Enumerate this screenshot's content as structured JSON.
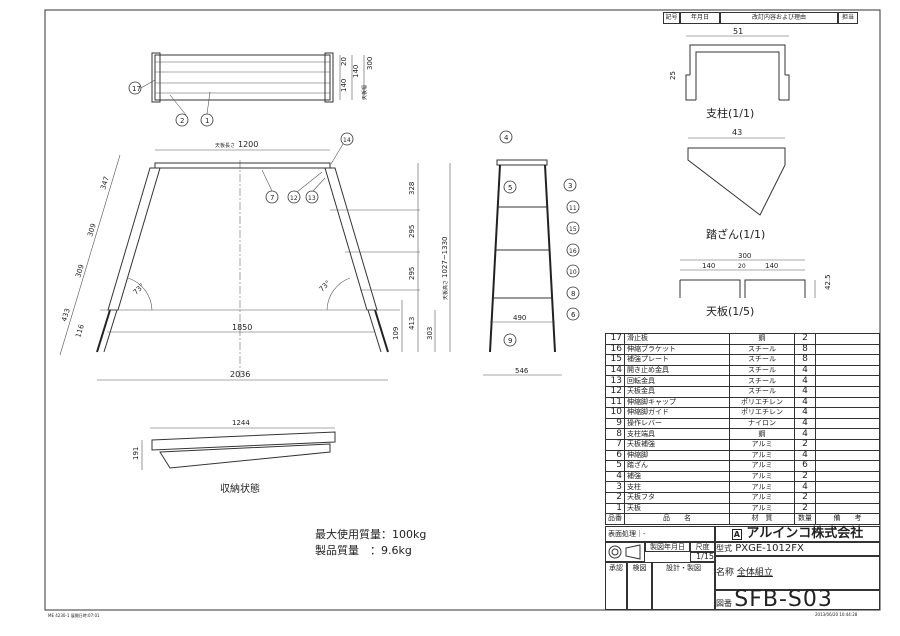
{
  "revision_header": {
    "mark": "記号",
    "date": "年月日",
    "content": "改訂内容および理由",
    "person": "担当"
  },
  "top_view": {
    "balloons": [
      "17",
      "2",
      "1"
    ],
    "dims": [
      "20",
      "140",
      "140",
      "300"
    ],
    "dim_label": "天板幅"
  },
  "front_view": {
    "top_length_label": "天板長さ",
    "top_length": "1200",
    "balloons": [
      "14",
      "7",
      "12",
      "13"
    ],
    "left_dims": [
      "347",
      "309",
      "309",
      "116",
      "433"
    ],
    "right_dims": [
      "328",
      "295",
      "295",
      "413",
      "109",
      "303"
    ],
    "height_label": "天板高さ",
    "height": "1027~1330",
    "angle": "73°",
    "inner_width": "1850",
    "outer_width": "2036"
  },
  "side_view": {
    "balloons": [
      "4",
      "5",
      "3",
      "11",
      "15",
      "16",
      "10",
      "8",
      "6",
      "9"
    ],
    "inner_width": "490",
    "outer_width": "546"
  },
  "storage_view": {
    "length": "1244",
    "height": "191",
    "label": "収納状態"
  },
  "specs": {
    "max_load": "最大使用質量：100kg",
    "weight": "製品質量　：9.6kg"
  },
  "sections": [
    {
      "label": "支柱(1/1)",
      "dims": [
        "51",
        "25"
      ]
    },
    {
      "label": "踏ざん(1/1)",
      "dims": [
        "43"
      ]
    },
    {
      "label": "天板(1/5)",
      "dims": [
        "300",
        "140",
        "20",
        "140",
        "42.5"
      ]
    }
  ],
  "parts_table": {
    "rows": [
      {
        "no": "17",
        "name": "滑止板",
        "material": "鋼",
        "qty": "2"
      },
      {
        "no": "16",
        "name": "伸縮ブラケット",
        "material": "スチール",
        "qty": "8"
      },
      {
        "no": "15",
        "name": "補強プレート",
        "material": "スチール",
        "qty": "8"
      },
      {
        "no": "14",
        "name": "開き止め金具",
        "material": "スチール",
        "qty": "4"
      },
      {
        "no": "13",
        "name": "回転金具",
        "material": "スチール",
        "qty": "4"
      },
      {
        "no": "12",
        "name": "天板金具",
        "material": "スチール",
        "qty": "4"
      },
      {
        "no": "11",
        "name": "伸縮脚キャップ",
        "material": "ポリエチレン",
        "qty": "4"
      },
      {
        "no": "10",
        "name": "伸縮脚ガイド",
        "material": "ポリエチレン",
        "qty": "4"
      },
      {
        "no": "9",
        "name": "操作レバー",
        "material": "ナイロン",
        "qty": "4"
      },
      {
        "no": "8",
        "name": "支柱端具",
        "material": "鋼",
        "qty": "4"
      },
      {
        "no": "7",
        "name": "天板補強",
        "material": "アルミ",
        "qty": "2"
      },
      {
        "no": "6",
        "name": "伸縮脚",
        "material": "アルミ",
        "qty": "4"
      },
      {
        "no": "5",
        "name": "踏ざん",
        "material": "アルミ",
        "qty": "6"
      },
      {
        "no": "4",
        "name": "補強",
        "material": "アルミ",
        "qty": "2"
      },
      {
        "no": "3",
        "name": "支柱",
        "material": "アルミ",
        "qty": "4"
      },
      {
        "no": "2",
        "name": "天板フタ",
        "material": "アルミ",
        "qty": "2"
      },
      {
        "no": "1",
        "name": "天板",
        "material": "アルミ",
        "qty": "2"
      }
    ],
    "headers": {
      "no": "品番",
      "name": "品　　名",
      "material": "材　質",
      "qty": "数量",
      "remarks": "備　　考"
    }
  },
  "title_block": {
    "surface_label": "表面処理",
    "surface_value": "-",
    "company": "アルインコ株式会社",
    "drawing_date_label": "製図年月日",
    "scale_label": "尺度",
    "scale": "1/15",
    "approve": "承認",
    "check": "検図",
    "design": "設計・製図",
    "model_label": "型式",
    "model": "PXGE-1012FX",
    "name_label": "名称",
    "name": "全体組立",
    "drawing_no_label": "図番",
    "drawing_no": "SFB-S03",
    "timestamp": "2013/06/20 10:44:28"
  },
  "footer_code": "ME 4230-1 展開日時:07:01"
}
